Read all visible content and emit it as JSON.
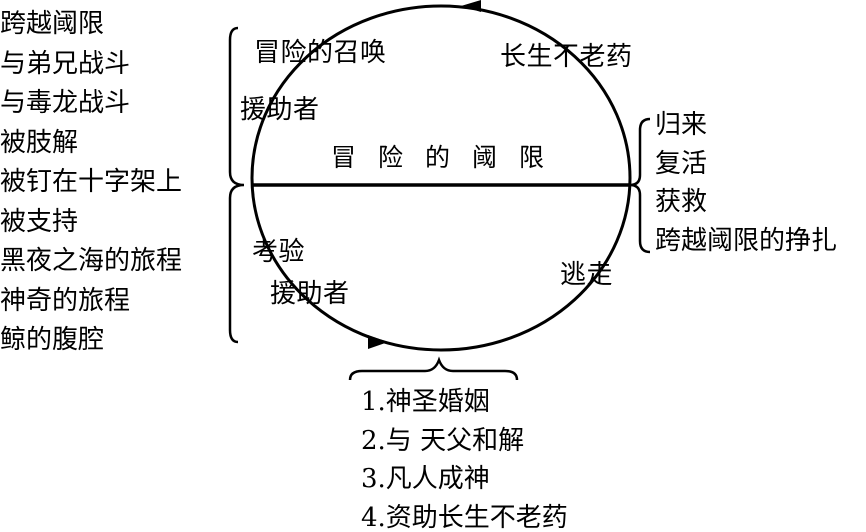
{
  "diagram": {
    "threshold_label": "冒险的阈限",
    "cycle_labels": {
      "call_to_adventure": "冒险的召唤",
      "helper_top": "援助者",
      "elixir": "长生不老药",
      "tests": "考验",
      "helper_bottom": "援助者",
      "flight": "逃走"
    },
    "left_list": [
      "跨越阈限",
      "与弟兄战斗",
      "与毒龙战斗",
      "被肢解",
      "被钉在十字架上",
      "被支持",
      "黑夜之海的旅程",
      "神奇的旅程",
      "鲸的腹腔"
    ],
    "right_list": [
      "归来",
      "复活",
      "获救",
      "跨越阈限的挣扎"
    ],
    "bottom_list": [
      "1.神圣婚姻",
      "2.与 天父和解",
      "3.凡人成神",
      "4.资助长生不老药"
    ],
    "colors": {
      "line": "#000000",
      "background": "#ffffff"
    }
  }
}
